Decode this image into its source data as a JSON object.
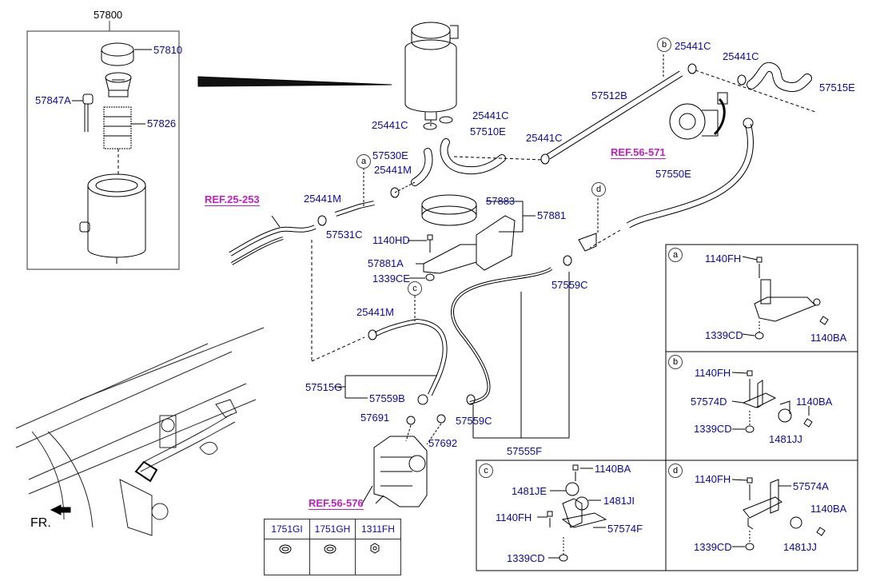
{
  "callouts": {
    "p57800": "57800",
    "p57810": "57810",
    "p57847A": "57847A",
    "p57826": "57826",
    "p25441C_a": "25441C",
    "p25441C_b": "25441C",
    "p25441C_c": "25441C",
    "p25441C_d": "25441C",
    "p25441C_e": "25441C",
    "p57510E": "57510E",
    "p57530E": "57530E",
    "p25441M_a": "25441M",
    "p25441M_b": "25441M",
    "p25441M_c": "25441M",
    "p57531C": "57531C",
    "p57512B": "57512B",
    "p57515E": "57515E",
    "p57550E": "57550E",
    "p57883": "57883",
    "p57881": "57881",
    "p1140HD": "1140HD",
    "p57881A": "57881A",
    "p1339CE": "1339CE",
    "p57559C_a": "57559C",
    "p57559C_b": "57559C",
    "p57515G": "57515G",
    "p57559B": "57559B",
    "p57691": "57691",
    "p57692": "57692",
    "p57555F": "57555F"
  },
  "refs": {
    "ref_25_253": "REF.25-253",
    "ref_56_571": "REF.56-571",
    "ref_56_576": "REF.56-576"
  },
  "markers": {
    "a": "a",
    "b": "b",
    "c": "c",
    "d": "d"
  },
  "detail_a": {
    "label": "a",
    "p1": "1140FH",
    "p2": "1339CD",
    "p3": "1140BA"
  },
  "detail_b": {
    "label": "b",
    "p1": "1140FH",
    "p2": "57574D",
    "p3": "1140BA",
    "p4": "1339CD",
    "p5": "1481JJ"
  },
  "detail_c": {
    "label": "c",
    "p1": "1140BA",
    "p2": "1481JE",
    "p3": "1481JI",
    "p4": "1140FH",
    "p5": "57574F",
    "p6": "1339CD"
  },
  "detail_d": {
    "label": "d",
    "p1": "1140FH",
    "p2": "57574A",
    "p3": "1140BA",
    "p4": "1339CD",
    "p5": "1481JJ"
  },
  "seals_table": {
    "h1": "1751GI",
    "h2": "1751GH",
    "h3": "1311FH"
  },
  "orientation": {
    "fr": "FR."
  }
}
